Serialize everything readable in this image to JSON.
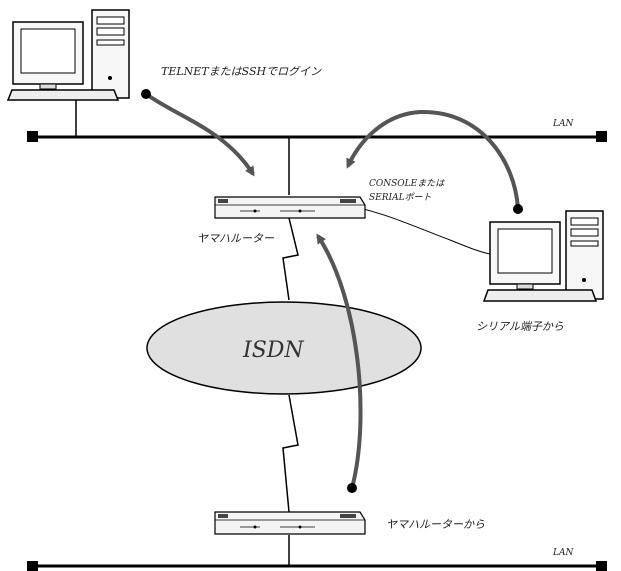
{
  "labels": {
    "telnet_login": "TELNETまたはSSHでログイン",
    "console_serial_line1": "CONSOLEまたは",
    "console_serial_line2": "SERIALポート",
    "router_top": "ヤマハルーター",
    "serial_from": "シリアル端子から",
    "router_bottom_from": "ヤマハルーターから",
    "lan_top": "LAN",
    "lan_bottom": "LAN",
    "isdn": "ISDN"
  },
  "colors": {
    "line": "#000000",
    "arrow": "#555555",
    "cloud_fill": "#e0e0e0",
    "device_fill": "#f4f4f4"
  },
  "icons": {
    "pc": "desktop-computer-icon",
    "router": "router-icon"
  }
}
